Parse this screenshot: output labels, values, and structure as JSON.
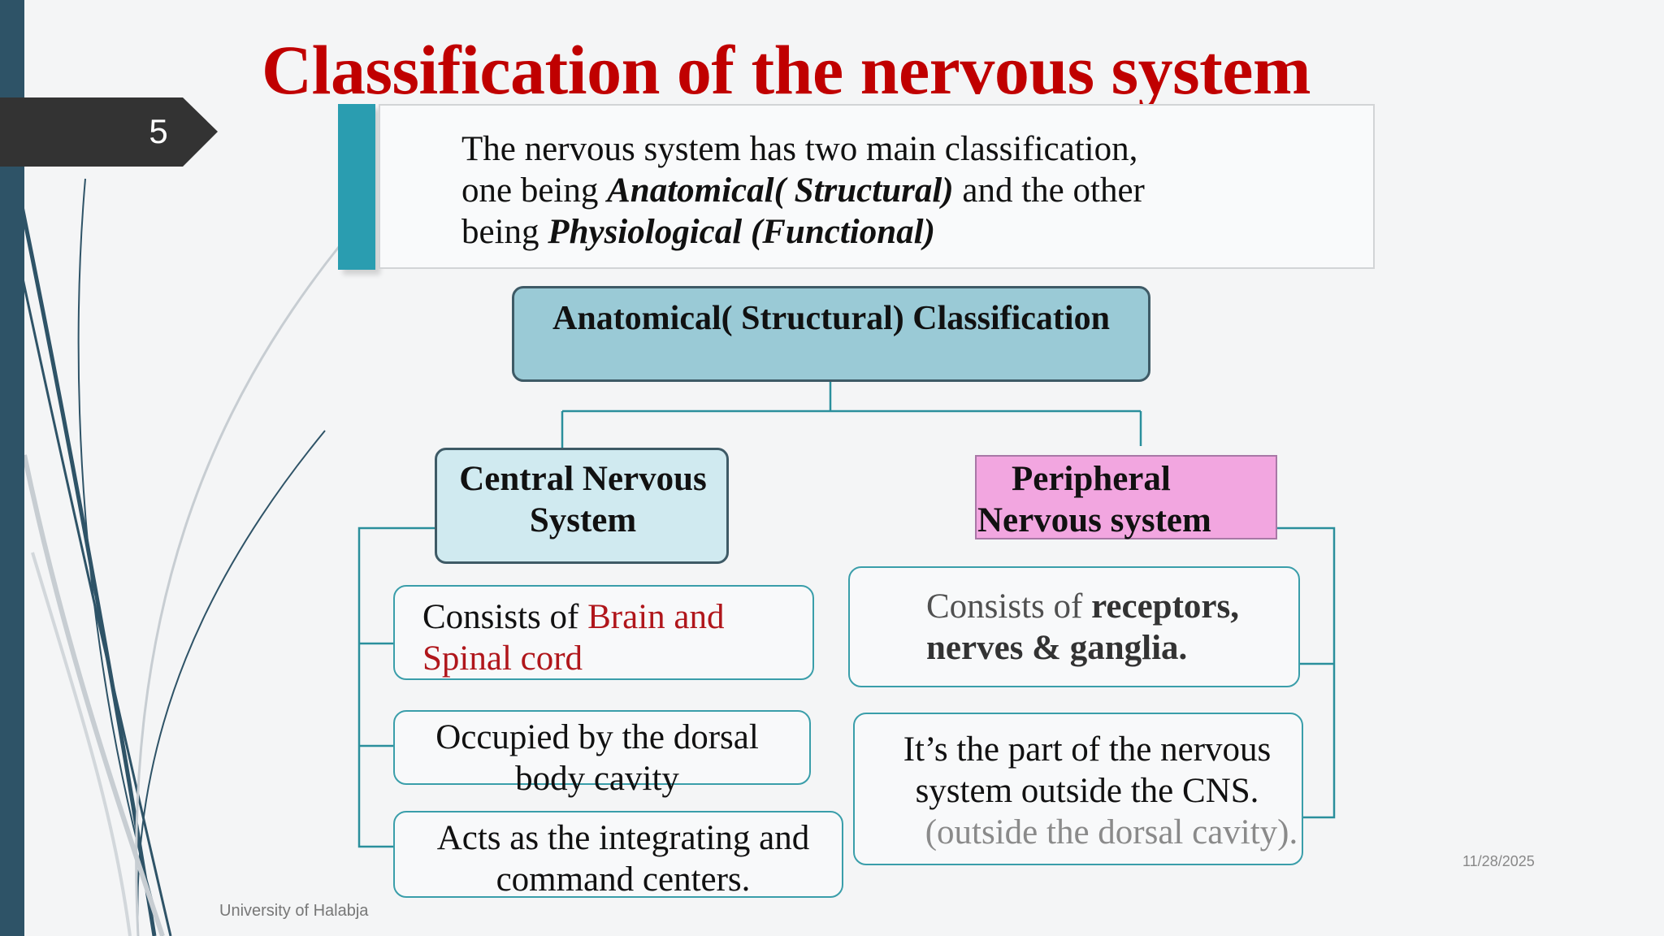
{
  "slide": {
    "number": "5",
    "title": "Classification of the nervous system"
  },
  "intro": {
    "line1": "The nervous system has two main classification,",
    "line2_pre": "one being ",
    "line2_em": "Anatomical( Structural)",
    "line2_post": " and the other",
    "line3_pre": "being ",
    "line3_em": "Physiological (Functional)"
  },
  "diagram": {
    "root": "Anatomical( Structural) Classification",
    "cns": {
      "line1": "Central Nervous",
      "line2": "System",
      "items": [
        {
          "pre": "Consists of ",
          "red1": "Brain and",
          "red2": "Spinal cord"
        },
        {
          "line1": "Occupied by the dorsal",
          "line2": "body cavity"
        },
        {
          "line1": "Acts as the integrating and",
          "line2": "command centers."
        }
      ]
    },
    "pns": {
      "line1": "Peripheral",
      "line2": "Nervous system",
      "items": [
        {
          "pre": "Consists of ",
          "bold1": "receptors,",
          "bold2": "nerves & ganglia."
        },
        {
          "line1": "It’s the part of the nervous",
          "line2": "system outside the CNS.",
          "line3": "(outside the dorsal cavity)."
        }
      ]
    }
  },
  "footer": {
    "institution": "University of Halabja",
    "date": "11/28/2025"
  },
  "colors": {
    "title": "#c00000",
    "accent": "#2a9db0",
    "root_fill": "#9acad6",
    "cns_fill": "#d0eaf0",
    "pns_fill": "#f2a6e0",
    "connector": "#2a8f9c",
    "left_bar": "#2e5367"
  }
}
